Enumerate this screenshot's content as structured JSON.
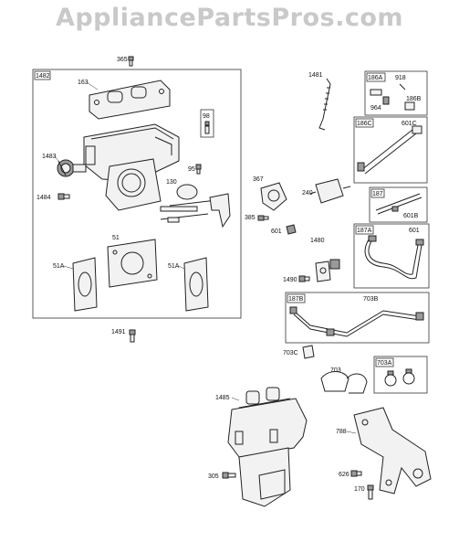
{
  "watermark": "AppliancePartsPros.com",
  "labels": {
    "l365": "365",
    "l1482": "1482",
    "l163": "163",
    "l98": "98",
    "l1483": "1483",
    "l95": "95",
    "l130": "130",
    "l1484": "1484",
    "l51": "51",
    "l51a_l": "51A",
    "l51a_r": "51A",
    "l1491": "1491",
    "l367": "367",
    "l240": "240",
    "l385": "385",
    "l601_mid": "601",
    "l1481": "1481",
    "l186a": "186A",
    "l918": "918",
    "l964": "964",
    "l186b": "186B",
    "l186c": "186C",
    "l601c": "601C",
    "l187": "187",
    "l601b": "601B",
    "l187a": "187A",
    "l601_r": "601",
    "l1480": "1480",
    "l1490": "1490",
    "l187b": "187B",
    "l703b": "703B",
    "l703c": "703C",
    "l703": "703",
    "l703a": "703A",
    "l1485": "1485",
    "l788": "788",
    "l305": "305",
    "l626": "626",
    "l170": "170"
  }
}
